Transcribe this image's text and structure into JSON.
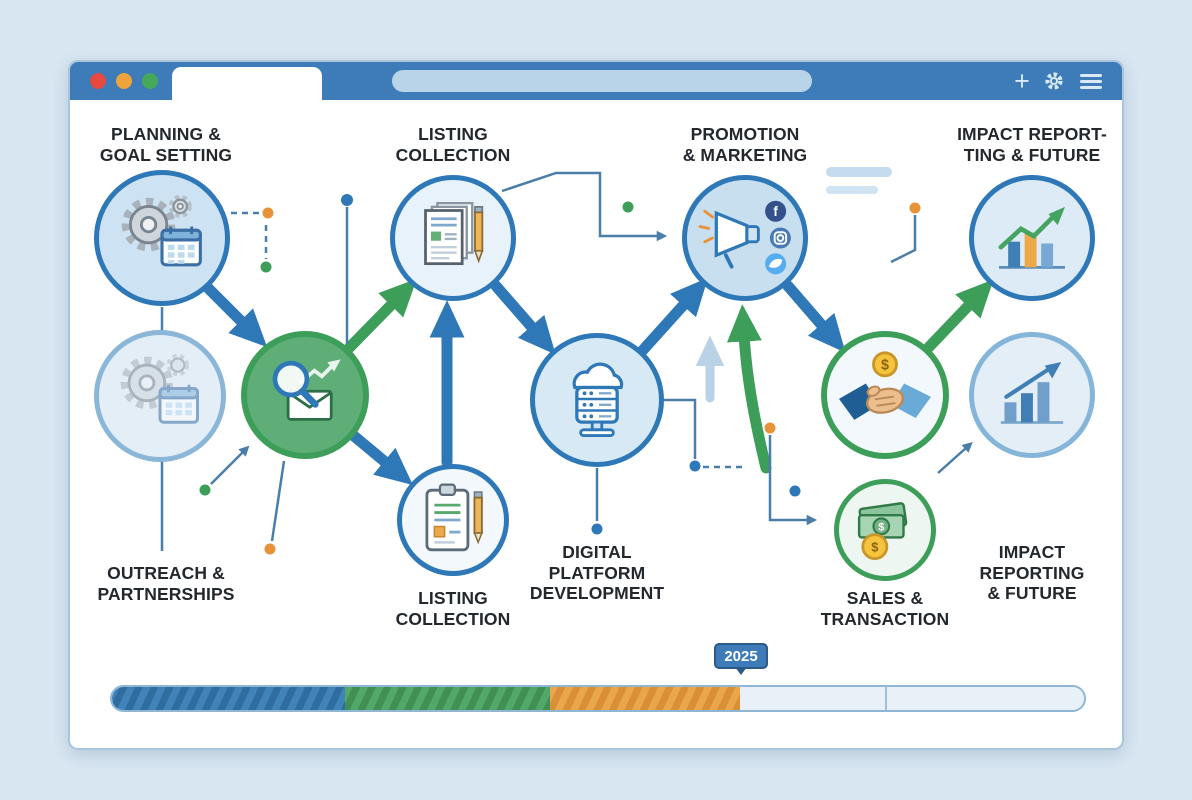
{
  "browser": {
    "window_controls": [
      {
        "name": "close",
        "color": "#e5493f"
      },
      {
        "name": "minimize",
        "color": "#f0a33a"
      },
      {
        "name": "maximize",
        "color": "#45a85b"
      }
    ],
    "address_bar": {
      "value": ""
    },
    "toolbar": {
      "new_tab": "+",
      "settings_icon": "gear-icon",
      "menu_icon": "hamburger-icon"
    }
  },
  "diagram": {
    "stages": {
      "planning": {
        "label": "PLANNING &\nGOAL SETTING",
        "icon": "gear-calendar-icon",
        "ring_color": "#2e78b8"
      },
      "listing_top": {
        "label": "LISTING\nCOLLECTION",
        "icon": "documents-icon",
        "ring_color": "#2e78b8"
      },
      "promotion": {
        "label": "PROMOTION\n& MARKETING",
        "icon": "megaphone-social-icon",
        "ring_color": "#2e78b8"
      },
      "impact_top": {
        "label": "IMPACT REPORT-\nTING & FUTURE",
        "icon": "growth-chart-icon",
        "ring_color": "#2e78b8"
      },
      "outreach": {
        "label": "OUTREACH &\nPARTNERSHIPS",
        "icon": "gear-calendar-icon",
        "ring_color": "#8ab6d8"
      },
      "research": {
        "icon": "search-envelope-icon",
        "ring_color": "#3c9e59"
      },
      "digital": {
        "label": "DIGITAL\nPLATFORM\nDEVELOPMENT",
        "icon": "server-monitor-icon",
        "ring_color": "#2e78b8"
      },
      "listing_bottom": {
        "label": "LISTING\nCOLLECTION",
        "icon": "clipboard-icon",
        "ring_color": "#2e78b8"
      },
      "sales": {
        "label": "SALES &\nTRANSACTION",
        "icon": "handshake-icon",
        "ring_color": "#3c9e59"
      },
      "money": {
        "icon": "money-icon",
        "ring_color": "#3c9e59"
      },
      "impact_bottom": {
        "label": "IMPACT\nREPORTING\n& FUTURE",
        "icon": "bar-chart-icon",
        "ring_color": "#85b5d9"
      }
    },
    "connections": [
      {
        "from": "planning",
        "to": "research",
        "style": "blue-arrow"
      },
      {
        "from": "research",
        "to": "listing_top",
        "style": "green-arrow"
      },
      {
        "from": "research",
        "to": "listing_bottom",
        "style": "blue-arrow"
      },
      {
        "from": "listing_bottom",
        "to": "listing_top",
        "style": "blue-arrow"
      },
      {
        "from": "listing_top",
        "to": "digital",
        "style": "blue-arrow"
      },
      {
        "from": "digital",
        "to": "promotion",
        "style": "blue-arrow"
      },
      {
        "from": "sales_area",
        "to": "promotion",
        "style": "green-arrow"
      },
      {
        "from": "promotion",
        "to": "sales",
        "style": "blue-arrow"
      },
      {
        "from": "sales",
        "to": "impact_top",
        "style": "green-arrow"
      }
    ],
    "timeline": {
      "year_marker": "2025",
      "segments": [
        {
          "name": "phase-blue",
          "color": "#4182b9",
          "hatched": true
        },
        {
          "name": "phase-green",
          "color": "#52a868",
          "hatched": true
        },
        {
          "name": "phase-orange",
          "color": "#eaa64b",
          "hatched": true
        },
        {
          "name": "phase-remaining",
          "color": "#e8f1f8",
          "hatched": false
        }
      ]
    }
  },
  "colors": {
    "background": "#d8e6f2",
    "header_blue": "#3d7cb8",
    "node_blue": "#2e78b8",
    "node_green": "#3c9e59",
    "accent_orange": "#e8923a",
    "address_bar": "#b9d3e8"
  }
}
